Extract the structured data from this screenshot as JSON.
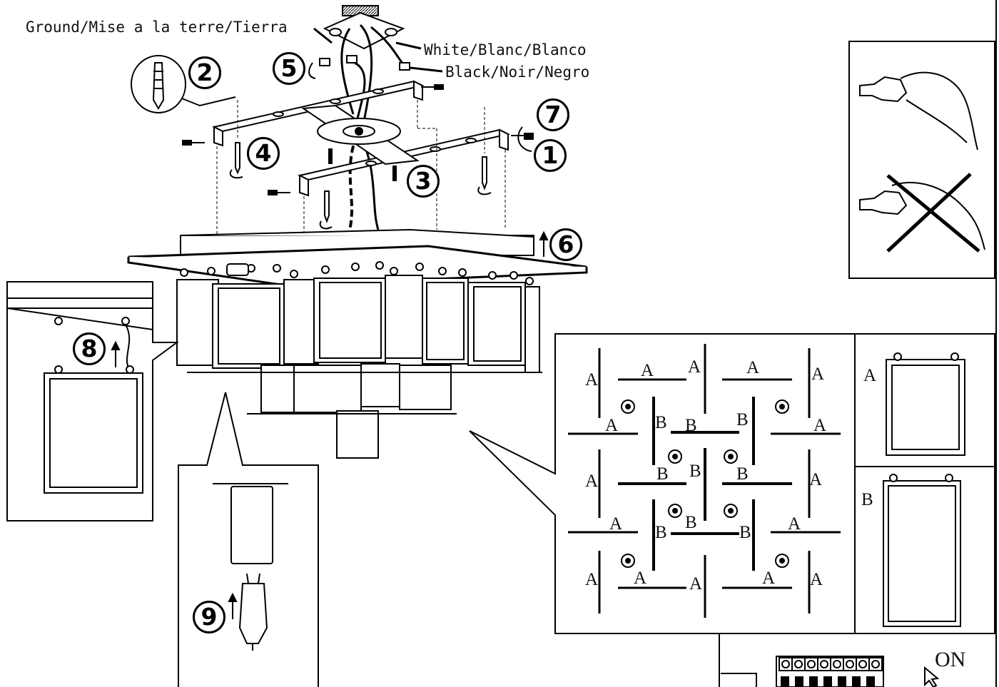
{
  "wire_labels": {
    "ground": "Ground/Mise a la terre/Tierra",
    "white": "White/Blanc/Blanco",
    "black": "Black/Noir/Negro"
  },
  "steps": [
    "1",
    "2",
    "3",
    "4",
    "5",
    "6",
    "7",
    "8",
    "9"
  ],
  "panel_labels": {
    "pattern_a": "A",
    "pattern_b": "B",
    "legend_a": "A",
    "legend_b": "B"
  },
  "breaker_label": "ON"
}
